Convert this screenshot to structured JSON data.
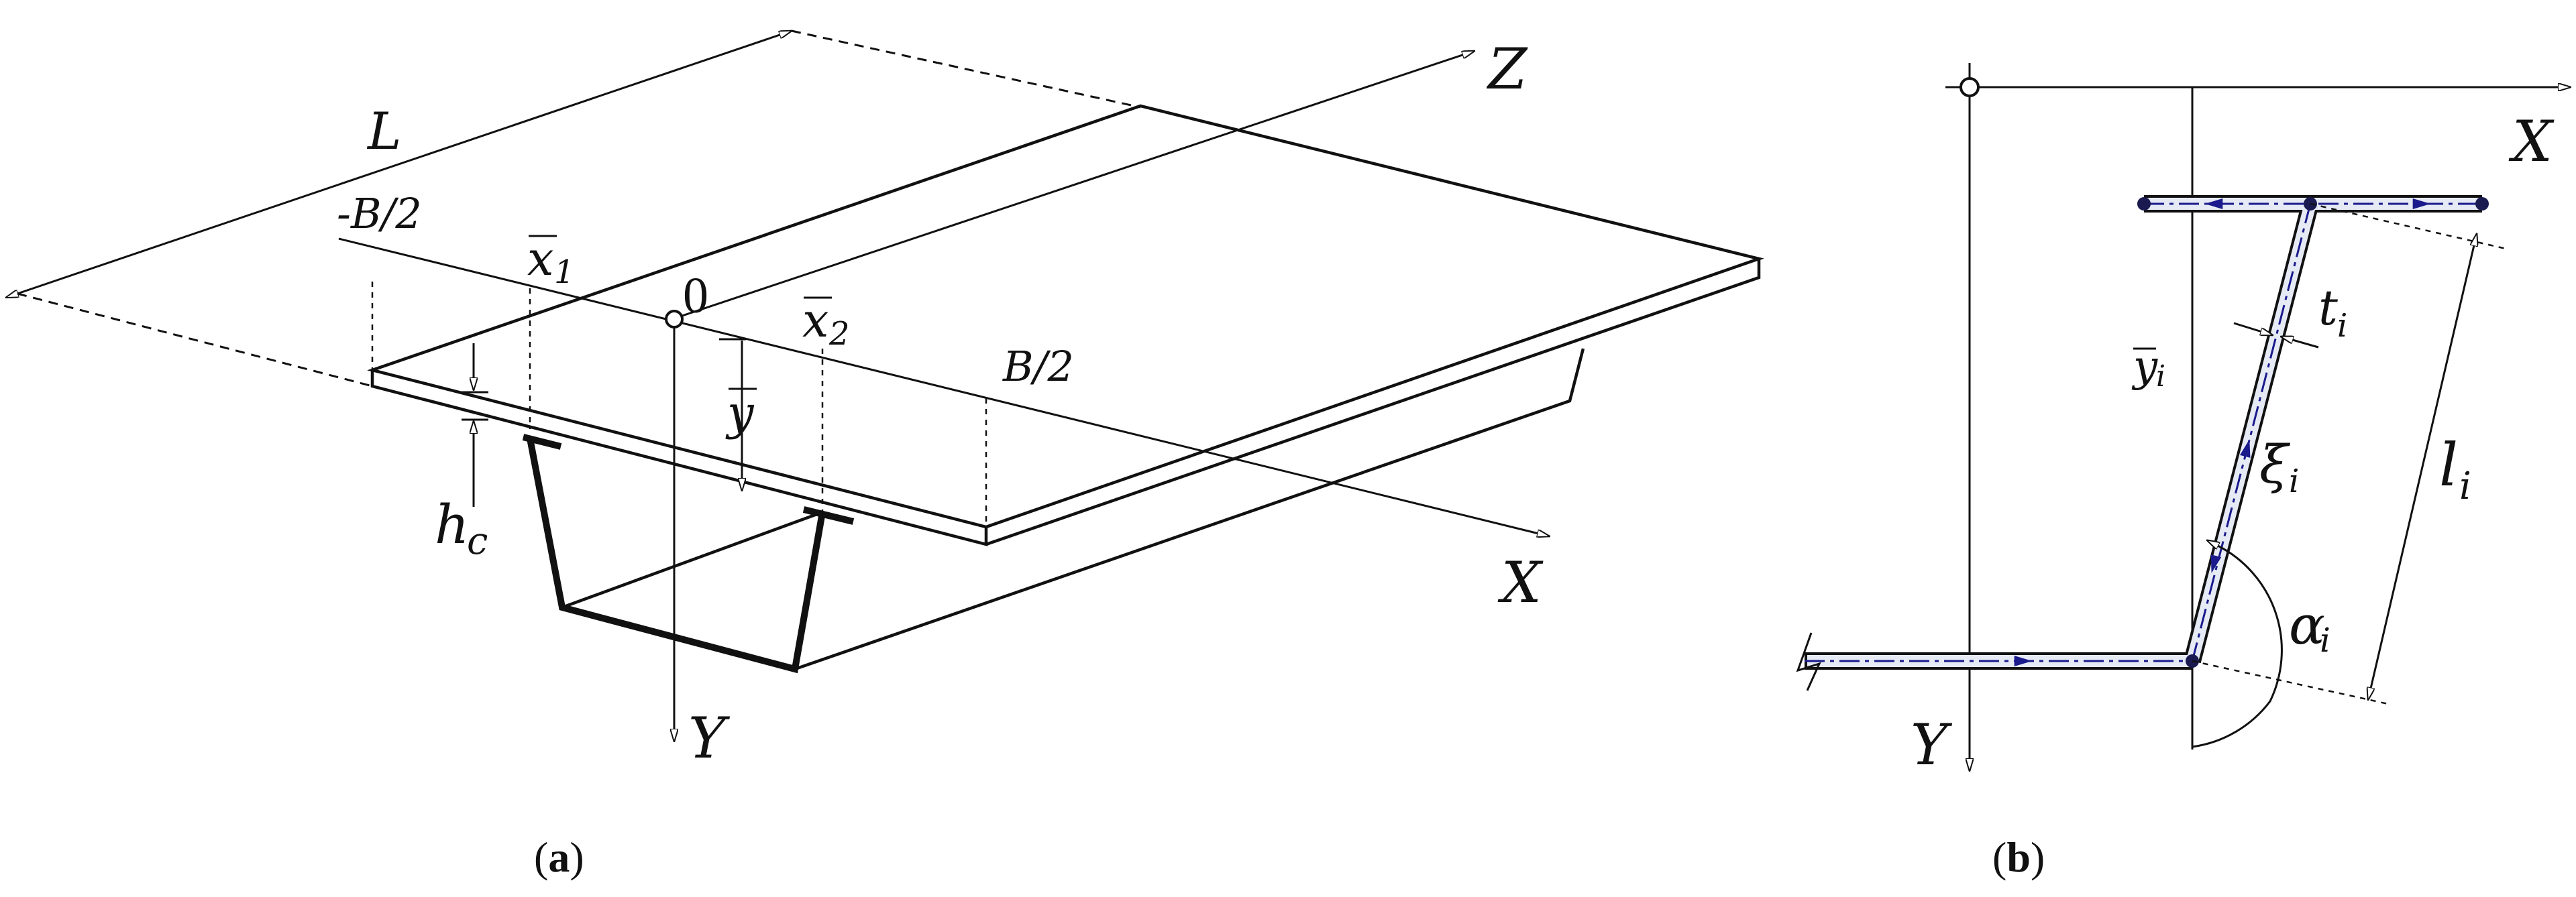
{
  "figure": {
    "panel_a": {
      "caption": "a",
      "labels": {
        "span": "L",
        "axis_z": "Z",
        "axis_x": "X",
        "axis_y": "Y",
        "origin": "0",
        "left_edge": "-B/2",
        "right_edge": "B/2",
        "x1_bar": "x",
        "x1_sub": "1",
        "x2_bar": "x",
        "x2_sub": "2",
        "y_bar": "y",
        "slab_h": "h",
        "slab_h_sub": "c"
      }
    },
    "panel_b": {
      "caption": "b",
      "labels": {
        "axis_x": "X",
        "axis_y": "Y",
        "thickness": "t",
        "thickness_sub": "i",
        "length": "l",
        "length_sub": "i",
        "coord": "ξ",
        "coord_sub": "i",
        "angle": "α",
        "angle_sub": "i",
        "ybar": "y",
        "ybar_sub": "i"
      }
    },
    "colors": {
      "line": "#111111",
      "centerline": "#1a1a8c",
      "wall_fill": "#e6eaf5"
    }
  }
}
